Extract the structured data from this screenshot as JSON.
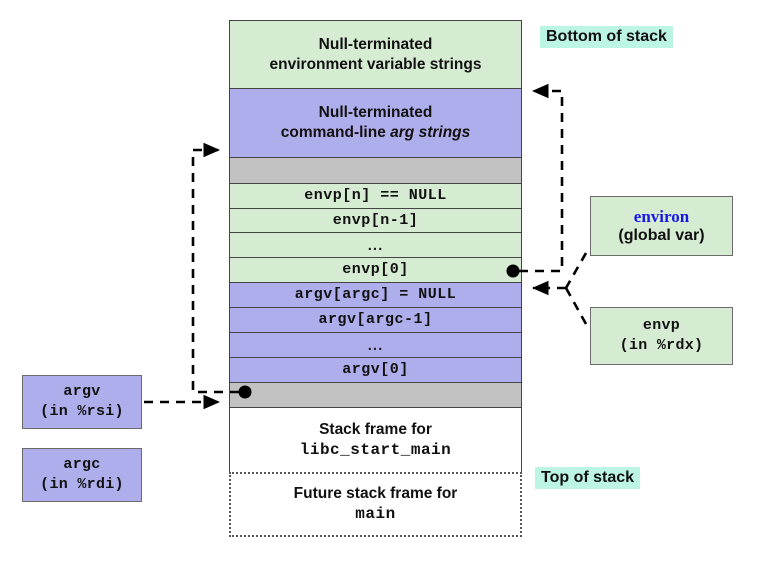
{
  "diagram": {
    "title": "Linux x86-64 process stack at program start",
    "colors": {
      "green": "#d6ecd2",
      "purple": "#aeaeec",
      "gray": "#c2c2c2",
      "white": "#ffffff",
      "highlight_cyan": "#bdf5e4",
      "environ_blue": "#1717e8",
      "border": "#444444"
    }
  },
  "stack_rows": [
    {
      "id": "env-strings",
      "fill": "green",
      "style": "sans",
      "lines": [
        "Null-terminated",
        "environment variable strings"
      ],
      "height": 69
    },
    {
      "id": "arg-strings",
      "fill": "purple",
      "style": "sans",
      "lines": [
        "Null-terminated",
        "command-line "
      ],
      "emphasis": "arg strings",
      "height": 70
    },
    {
      "id": "spacer-top",
      "fill": "gray",
      "style": "none",
      "lines": [],
      "height": 27
    },
    {
      "id": "envp-n",
      "fill": "green",
      "style": "mono",
      "lines": [
        "envp[n]  == NULL"
      ],
      "height": 26
    },
    {
      "id": "envp-n-1",
      "fill": "green",
      "style": "mono",
      "lines": [
        "envp[n-1]"
      ],
      "height": 25
    },
    {
      "id": "envp-ellipsis",
      "fill": "green",
      "style": "ellip",
      "lines": [
        "..."
      ],
      "height": 26
    },
    {
      "id": "envp-0",
      "fill": "green",
      "style": "mono",
      "lines": [
        "envp[0]"
      ],
      "height": 26
    },
    {
      "id": "argv-argc",
      "fill": "purple",
      "style": "mono",
      "lines": [
        "argv[argc] = NULL"
      ],
      "height": 26
    },
    {
      "id": "argv-argc-1",
      "fill": "purple",
      "style": "mono",
      "lines": [
        "argv[argc-1]"
      ],
      "height": 26
    },
    {
      "id": "argv-ellipsis",
      "fill": "purple",
      "style": "ellip",
      "lines": [
        "..."
      ],
      "height": 26
    },
    {
      "id": "argv-0",
      "fill": "purple",
      "style": "mono",
      "lines": [
        "argv[0]"
      ],
      "height": 26
    },
    {
      "id": "spacer-bottom",
      "fill": "gray",
      "style": "none",
      "lines": [],
      "height": 26
    },
    {
      "id": "libc-frame",
      "fill": "white",
      "style": "mixed",
      "lines": [
        "Stack frame for",
        "libc_start_main"
      ],
      "height": 66
    },
    {
      "id": "main-frame",
      "fill": "dotted",
      "style": "mixed",
      "lines": [
        "Future stack frame for",
        "main"
      ],
      "height": 65
    }
  ],
  "side_boxes": {
    "argv": {
      "line1": "argv",
      "line2": "(in %rsi)"
    },
    "argc": {
      "line1": "argc",
      "line2": "(in %rdi)"
    },
    "environ": {
      "line1": "environ",
      "line2": "(global var)"
    },
    "envp": {
      "line1": "envp",
      "line2": "(in %rdx)"
    }
  },
  "annotations": {
    "bottom_of_stack": "Bottom of stack",
    "top_of_stack": "Top of stack"
  }
}
